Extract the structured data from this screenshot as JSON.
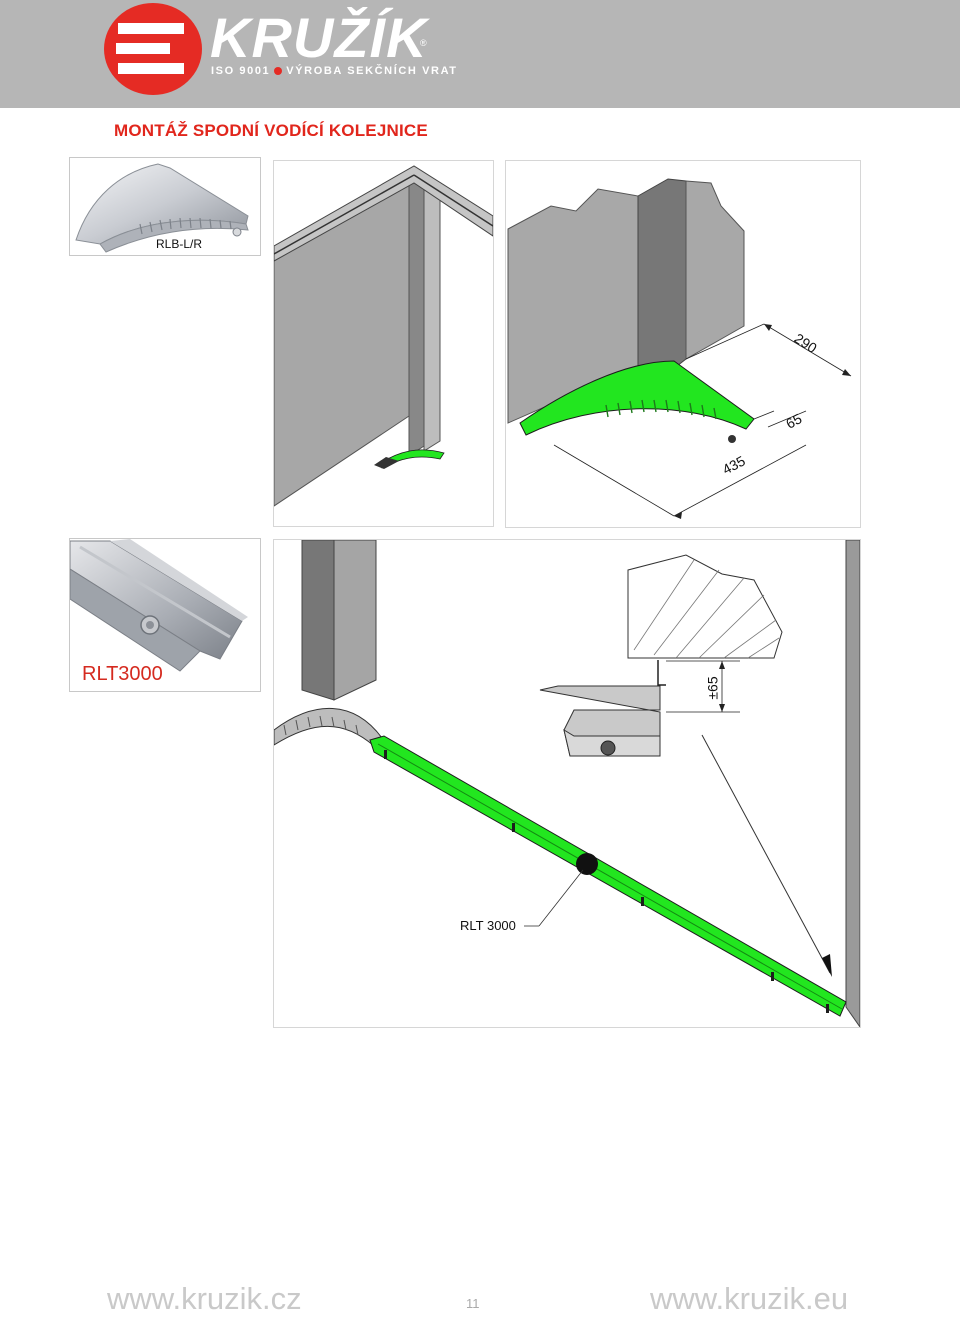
{
  "brand": {
    "name": "KRUŽÍK",
    "registered_mark": "®",
    "iso_label": "ISO 9001",
    "tagline": "VÝROBA SEKČNÍCH VRAT",
    "colors": {
      "brand_red": "#e52b24",
      "header_gray": "#b6b6b6",
      "track_green": "#22e61f"
    }
  },
  "page": {
    "title": "MONTÁŽ SPODNÍ VODÍCÍ KOLEJNICE",
    "number": "11"
  },
  "parts": {
    "corner_piece_label": "RLB-L/R",
    "rail_label": "RLT3000"
  },
  "figures": {
    "dimension_290": "290",
    "dimension_65": "65",
    "dimension_435": "435",
    "height_tolerance": "±65",
    "rail_callout": "RLT 3000"
  },
  "footer": {
    "url_left": "www.kruzik.cz",
    "url_right": "www.kruzik.eu"
  }
}
